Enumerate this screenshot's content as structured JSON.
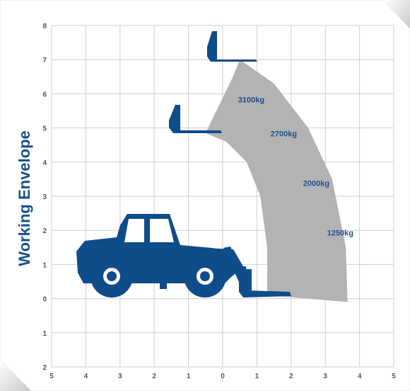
{
  "title": "Working Envelope",
  "colors": {
    "brand_blue": "#0f4c8a",
    "envelope_gray": "#b3b3b3",
    "grid_line": "#cfcfcf",
    "panel_bg": "#ffffff"
  },
  "chart_data": {
    "type": "area",
    "title": "Working Envelope",
    "y_ticks": [
      "2",
      "1",
      "0",
      "1",
      "2",
      "3",
      "4",
      "5",
      "6",
      "7",
      "8"
    ],
    "x_ticks": [
      "5",
      "4",
      "3",
      "2",
      "1",
      "0",
      "1",
      "2",
      "3",
      "4",
      "5"
    ],
    "xlim": [
      -5,
      5
    ],
    "ylim": [
      -2,
      8
    ],
    "grid": true,
    "envelope_outline": [
      [
        1.3,
        0.1
      ],
      [
        1.3,
        1.5
      ],
      [
        1.1,
        3.0
      ],
      [
        0.7,
        4.0
      ],
      [
        0.1,
        4.6
      ],
      [
        -0.5,
        4.85
      ],
      [
        0.3,
        6.5
      ],
      [
        0.5,
        7.0
      ],
      [
        1.5,
        6.3
      ],
      [
        2.5,
        5.0
      ],
      [
        3.2,
        3.5
      ],
      [
        3.6,
        1.5
      ],
      [
        3.65,
        -0.1
      ]
    ],
    "load_labels": [
      {
        "text": "3100kg",
        "x": 0.45,
        "y": 5.75
      },
      {
        "text": "2700kg",
        "x": 1.4,
        "y": 4.75
      },
      {
        "text": "2000kg",
        "x": 2.35,
        "y": 3.3
      },
      {
        "text": "1250kg",
        "x": 3.05,
        "y": 1.85
      }
    ],
    "fork_positions": [
      {
        "name": "max-height",
        "tip_x": 0.95,
        "tip_y": 7.0
      },
      {
        "name": "mid-height",
        "tip_x": -0.05,
        "tip_y": 4.85
      },
      {
        "name": "ground",
        "tip_x": 1.95,
        "tip_y": 0.05
      }
    ]
  }
}
